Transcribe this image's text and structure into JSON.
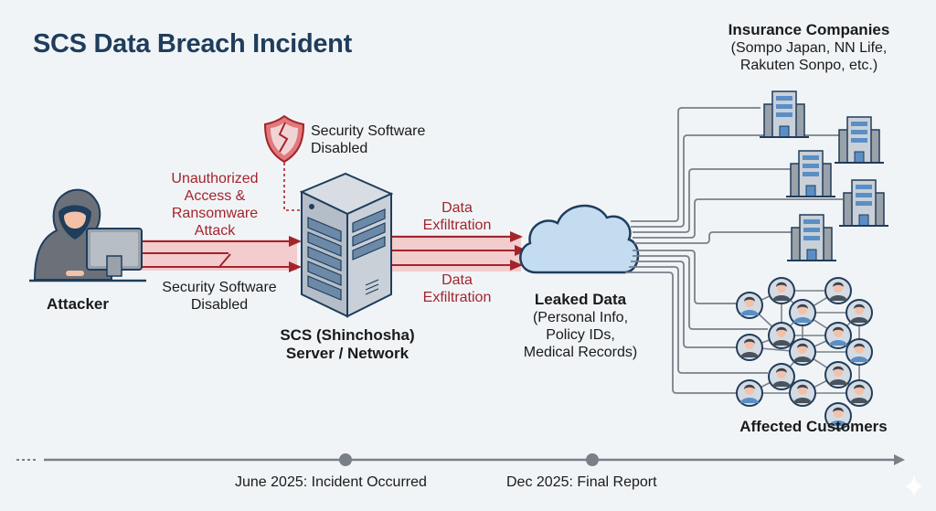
{
  "title": "SCS Data Breach Incident",
  "attacker": {
    "label": "Attacker"
  },
  "attack_arrow": {
    "top_label": [
      "Unauthorized",
      "Access &",
      "Ransomware",
      "Attack"
    ],
    "bottom_label": [
      "Security Software",
      "Disabled"
    ]
  },
  "security_callout": {
    "label": [
      "Security Software",
      "Disabled"
    ],
    "icon": "broken-shield-icon"
  },
  "server": {
    "label": [
      "SCS (Shinchosha)",
      "Server / Network"
    ]
  },
  "exfiltration": {
    "top_label": [
      "Data",
      "Exfiltration"
    ],
    "bottom_label": [
      "Data",
      "Exfiltration"
    ]
  },
  "cloud": {
    "title": "Leaked Data",
    "details": [
      "(Personal Info,",
      "Policy IDs,",
      "Medical Records)"
    ]
  },
  "insurance": {
    "title": "Insurance Companies",
    "details": [
      "(Sompo Japan, NN Life,",
      "Rakuten Sonpo, etc.)"
    ],
    "building_count": 5
  },
  "customers": {
    "title": "Affected Customers",
    "count": 16
  },
  "timeline": {
    "events": [
      {
        "label": "June 2025: Incident Occurred"
      },
      {
        "label": "Dec 2025: Final Report"
      }
    ]
  },
  "colors": {
    "title": "#1f3d5c",
    "attack_red": "#a3242c",
    "arrow_band": "#f3c4c6",
    "outline": "#1f3d5c",
    "cloud_fill": "#c4dcf0",
    "line_gray": "#7a8088"
  }
}
